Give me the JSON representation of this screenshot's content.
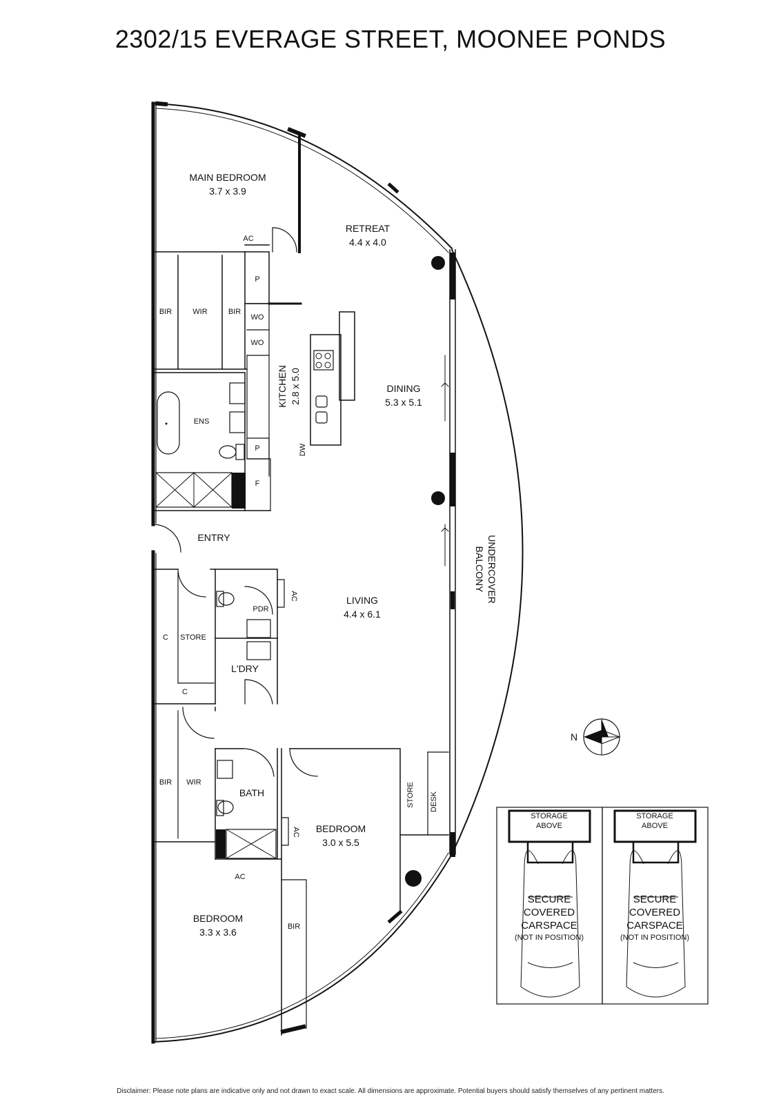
{
  "title": "2302/15 EVERAGE STREET, MOONEE PONDS",
  "rooms": {
    "main_bedroom": {
      "name": "MAIN BEDROOM",
      "size": "3.7 x 3.9"
    },
    "retreat": {
      "name": "RETREAT",
      "size": "4.4 x 4.0"
    },
    "kitchen": {
      "name": "KITCHEN",
      "size": "2.8 x 5.0"
    },
    "dining": {
      "name": "DINING",
      "size": "5.3 x 5.1"
    },
    "living": {
      "name": "LIVING",
      "size": "4.4 x 6.1"
    },
    "bedroom2": {
      "name": "BEDROOM",
      "size": "3.0 x 5.5"
    },
    "bedroom3": {
      "name": "BEDROOM",
      "size": "3.3 x 3.6"
    },
    "entry": "ENTRY",
    "ens": "ENS",
    "pdr": "PDR",
    "store": "STORE",
    "laundry": "L'DRY",
    "bath": "BATH",
    "desk": "DESK",
    "bir": "BIR",
    "wir": "WIR",
    "pantry": "P",
    "wall_oven": "WO",
    "fridge": "F",
    "dishwasher": "DW",
    "cupboard": "C",
    "ac": "AC",
    "balcony_line1": "UNDERCOVER",
    "balcony_line2": "BALCONY"
  },
  "compass": {
    "label": "N"
  },
  "carspaces": [
    {
      "storage_line1": "STORAGE",
      "storage_line2": "ABOVE",
      "line1": "SECURE",
      "line2": "COVERED",
      "line3": "CARSPACE",
      "note": "(NOT IN POSITION)"
    },
    {
      "storage_line1": "STORAGE",
      "storage_line2": "ABOVE",
      "line1": "SECURE",
      "line2": "COVERED",
      "line3": "CARSPACE",
      "note": "(NOT IN POSITION)"
    }
  ],
  "disclaimer": "Disclaimer: Please note plans are indicative only and not drawn to exact scale. All dimensions are approximate. Potential buyers should satisfy themselves of any pertinent matters."
}
